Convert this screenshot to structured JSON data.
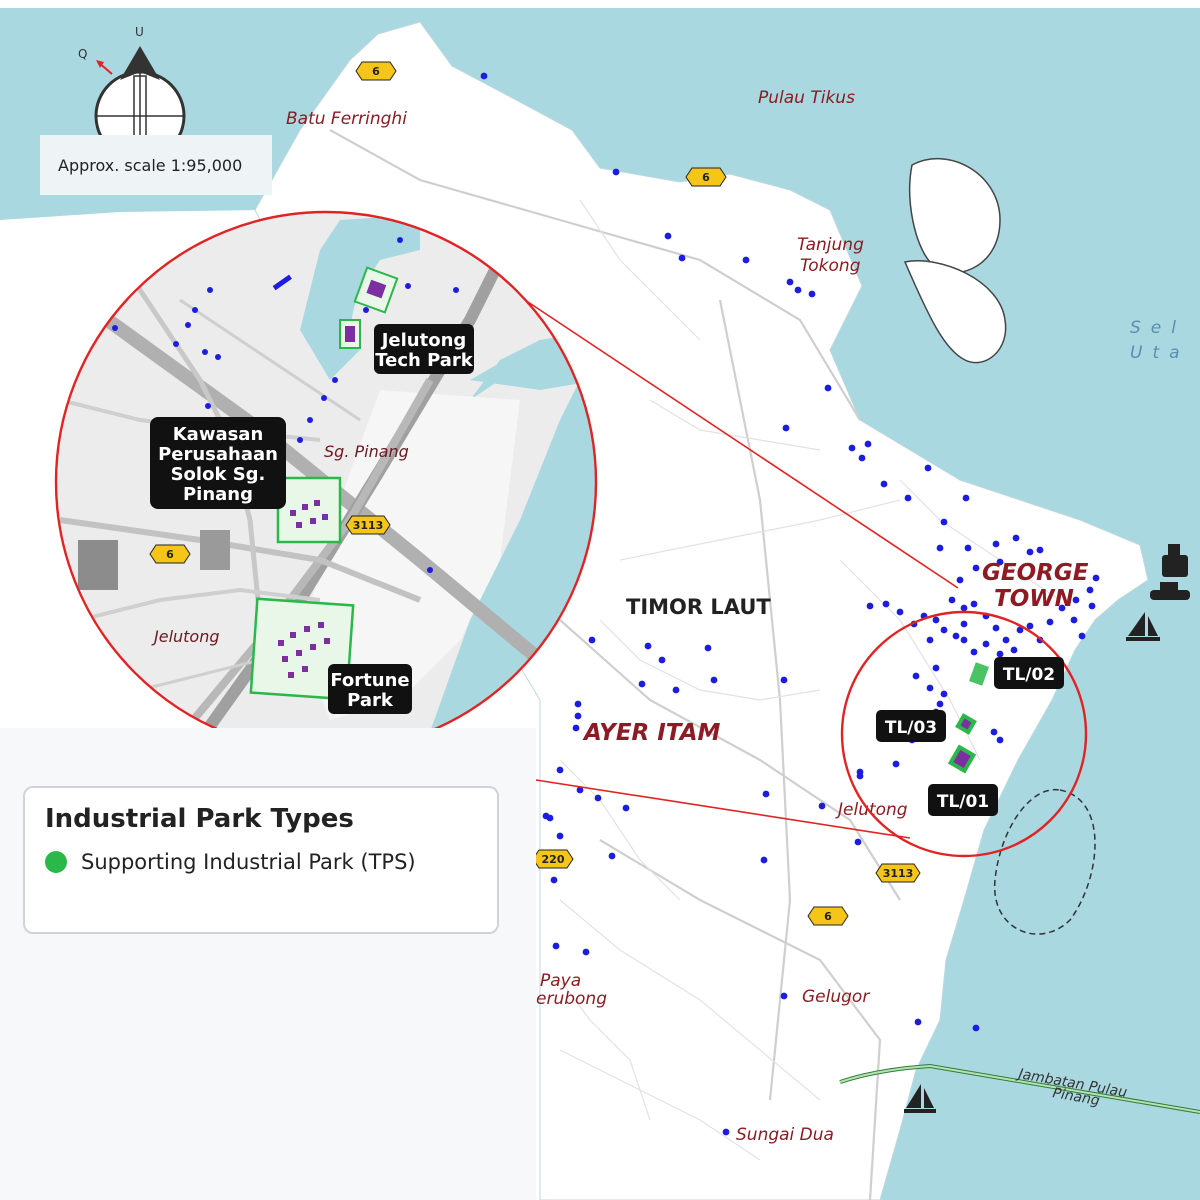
{
  "scale": {
    "label": "Approx. scale 1:95,000"
  },
  "compass": {
    "north_letter": "U",
    "west_letter": "Q"
  },
  "legend": {
    "title": "Industrial Park Types",
    "items": [
      {
        "label": "Supporting Industrial Park (TPS)",
        "color": "#2ab84a"
      }
    ]
  },
  "places": {
    "batu_ferringhi": "Batu Ferringhi",
    "pulau_tikus": "Pulau Tikus",
    "tanjung_tokong_1": "Tanjung",
    "tanjung_tokong_2": "Tokong",
    "sea_1": "Sel",
    "sea_2": "Uta",
    "timor_laut": "TIMOR LAUT",
    "george_1": "GEORGE",
    "george_2": "TOWN",
    "ayer_itam": "AYER ITAM",
    "jelutong_main": "Jelutong",
    "paya_1": "Paya",
    "paya_2": "erubong",
    "gelugor": "Gelugor",
    "sungai_dua": "Sungai Dua",
    "bridge_1": "Jambatan Pulau",
    "bridge_2": "Pinang"
  },
  "roads": {
    "r6": "6",
    "r3113": "3113",
    "r220": "220"
  },
  "tags": {
    "tl01": "TL/01",
    "tl02": "TL/02",
    "tl03": "TL/03"
  },
  "inset": {
    "jelutong_tech_1": "Jelutong",
    "jelutong_tech_2": "Tech Park",
    "kawasan_1": "Kawasan",
    "kawasan_2": "Perusahaan",
    "kawasan_3": "Solok Sg.",
    "kawasan_4": "Pinang",
    "fortune_1": "Fortune",
    "fortune_2": "Park",
    "sg_pinang": "Sg. Pinang",
    "jelutong": "Jelutong",
    "r3113": "3113",
    "r6": "6"
  },
  "colors": {
    "sea": "#a9d8e0",
    "land": "#ffffff",
    "tps_green": "#2ab84a",
    "dots": "#1d1de0",
    "callout_red": "#e02424",
    "label_red": "#8a1c22"
  },
  "icons": [
    "compass-icon",
    "ship-icon",
    "sailboat-icon",
    "shield-icon"
  ]
}
